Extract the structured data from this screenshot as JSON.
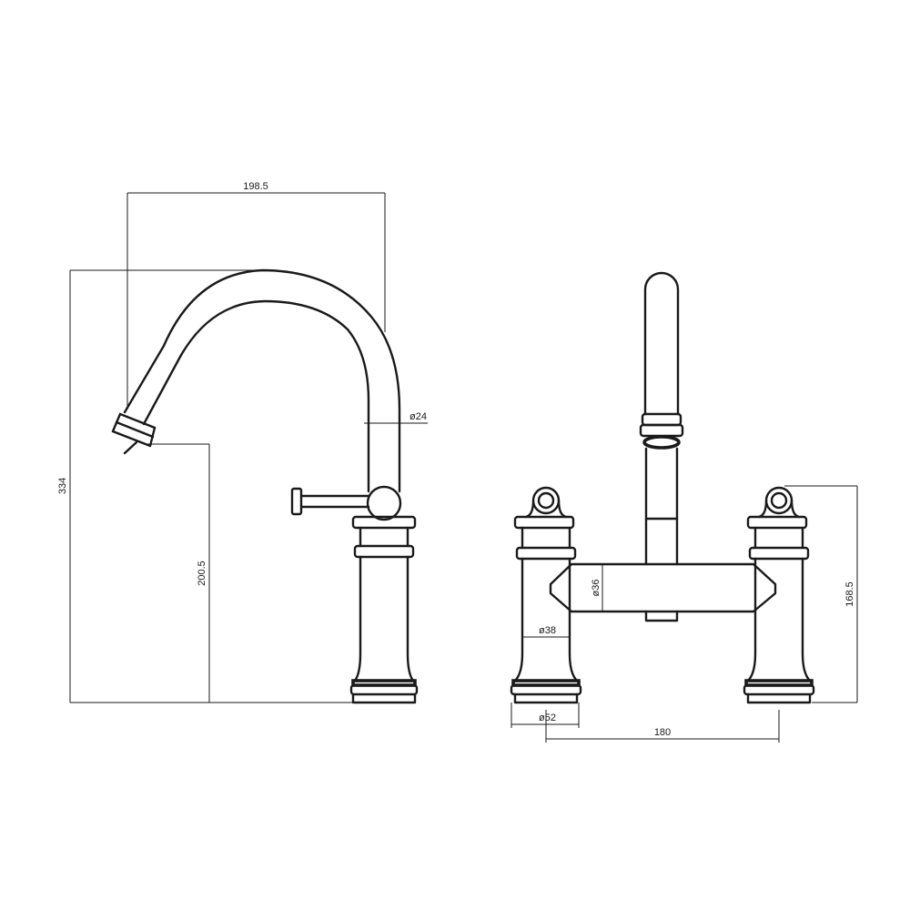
{
  "dimensions": {
    "spout_reach": "198.5",
    "total_height": "334",
    "spout_outlet_height": "200.5",
    "spout_diameter": "ø24",
    "bridge_diameter": "ø36",
    "body_diameter": "ø38",
    "base_diameter": "ø52",
    "centres": "180",
    "handle_height": "168.5"
  },
  "colors": {
    "line": "#1a1a1a",
    "background": "#ffffff"
  }
}
